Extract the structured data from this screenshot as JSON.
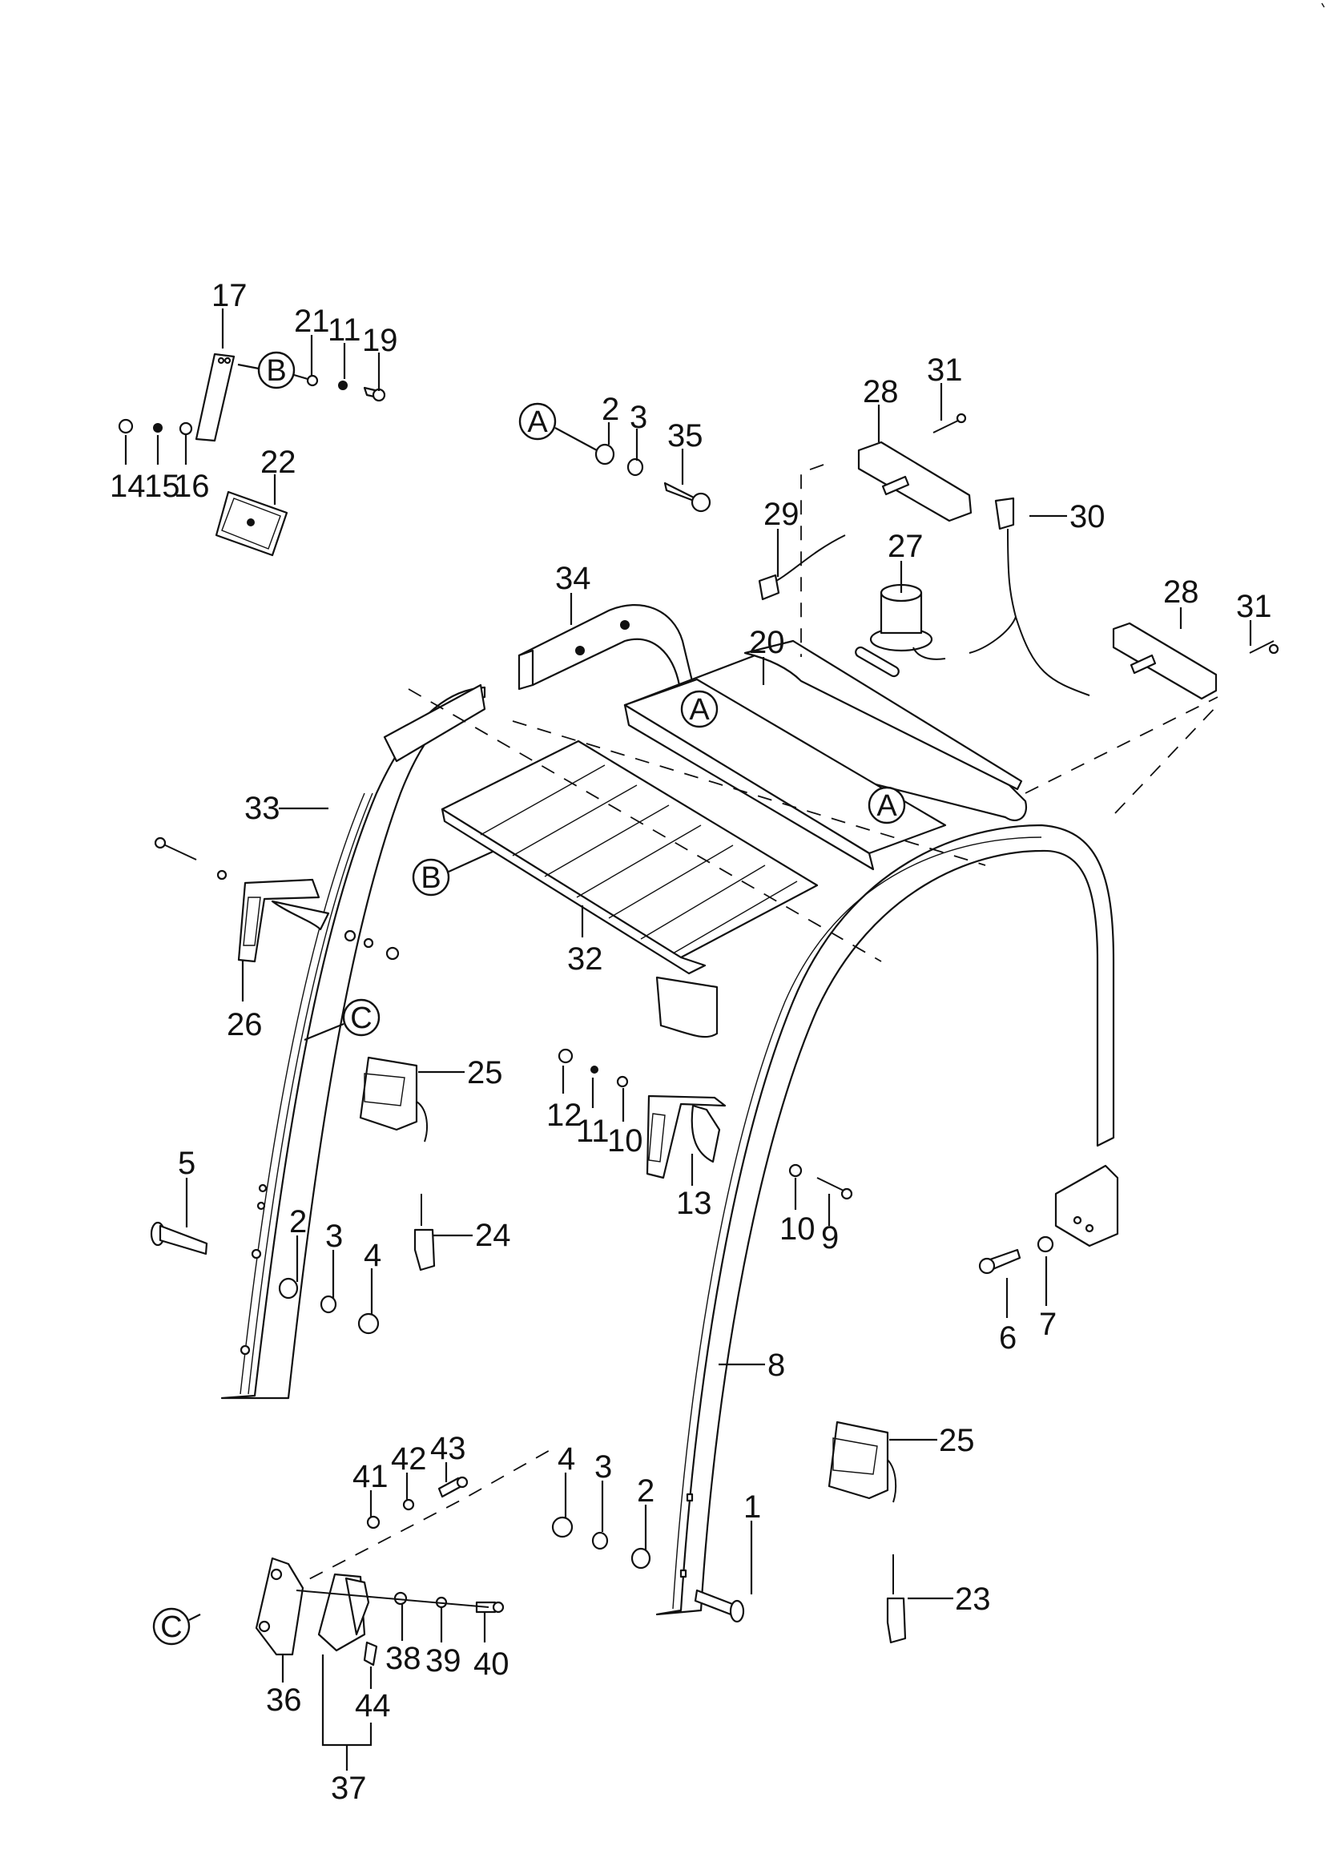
{
  "diagram": {
    "type": "exploded-parts-diagram",
    "subject": "overhead guard assembly",
    "callouts": {
      "p1": "1",
      "p2a": "2",
      "p2b": "2",
      "p2c": "2",
      "p3a": "3",
      "p3b": "3",
      "p3c": "3",
      "p4a": "4",
      "p4b": "4",
      "p5": "5",
      "p6": "6",
      "p7": "7",
      "p8": "8",
      "p9": "9",
      "p10a": "10",
      "p10b": "10",
      "p11a": "11",
      "p11b": "11",
      "p12": "12",
      "p13": "13",
      "p14": "14",
      "p15": "15",
      "p16": "16",
      "p17": "17",
      "p19": "19",
      "p20": "20",
      "p21": "21",
      "p22": "22",
      "p23": "23",
      "p24": "24",
      "p25a": "25",
      "p25b": "25",
      "p26": "26",
      "p27": "27",
      "p28a": "28",
      "p28b": "28",
      "p29": "29",
      "p30": "30",
      "p31a": "31",
      "p31b": "31",
      "p32": "32",
      "p33": "33",
      "p34": "34",
      "p35": "35",
      "p36": "36",
      "p37": "37",
      "p38": "38",
      "p39": "39",
      "p40": "40",
      "p41": "41",
      "p42": "42",
      "p43": "43",
      "p44": "44"
    },
    "references": {
      "refA1": "A",
      "refA2": "A",
      "refA3": "A",
      "refB1": "B",
      "refB2": "B",
      "refC1": "C",
      "refC2": "C"
    }
  }
}
